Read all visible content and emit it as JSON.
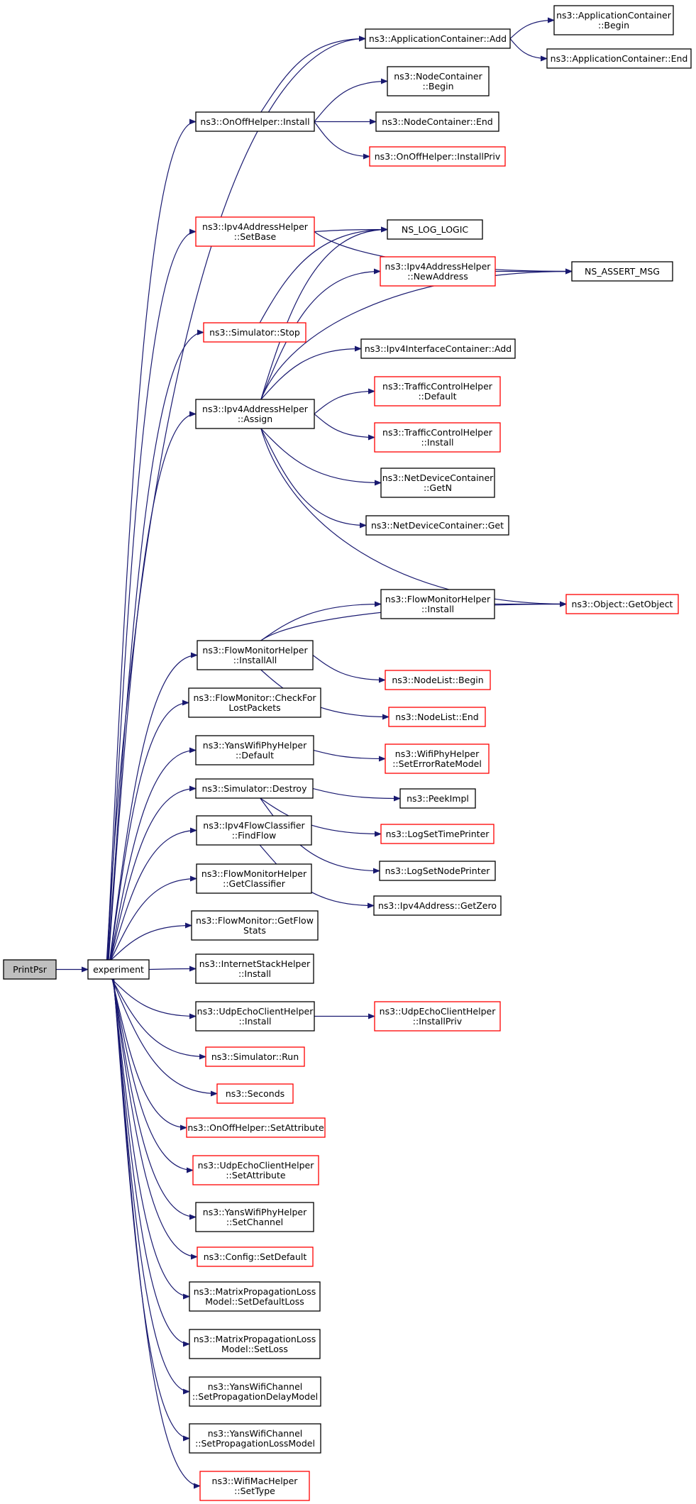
{
  "colors": {
    "edge": "#191970",
    "border_plain": "#000000",
    "border_red": "#ff0000",
    "fill_root": "#bfbfbf",
    "fill_node": "#ffffff"
  },
  "nodes": [
    {
      "id": "printpsr",
      "lines": [
        "PrintPsr"
      ],
      "style": "root"
    },
    {
      "id": "experiment",
      "lines": [
        "experiment"
      ],
      "style": "plain"
    },
    {
      "id": "appcont_add",
      "lines": [
        "ns3::ApplicationContainer::Add"
      ],
      "style": "plain"
    },
    {
      "id": "appcont_begin",
      "lines": [
        "ns3::ApplicationContainer",
        "::Begin"
      ],
      "style": "plain"
    },
    {
      "id": "appcont_end",
      "lines": [
        "ns3::ApplicationContainer::End"
      ],
      "style": "plain"
    },
    {
      "id": "nodecont_begin",
      "lines": [
        "ns3::NodeContainer",
        "::Begin"
      ],
      "style": "plain"
    },
    {
      "id": "onoff_install",
      "lines": [
        "ns3::OnOffHelper::Install"
      ],
      "style": "plain"
    },
    {
      "id": "nodecont_end",
      "lines": [
        "ns3::NodeContainer::End"
      ],
      "style": "plain"
    },
    {
      "id": "onoff_installpriv",
      "lines": [
        "ns3::OnOffHelper::InstallPriv"
      ],
      "style": "red"
    },
    {
      "id": "ipv4addr_setbase",
      "lines": [
        "ns3::Ipv4AddressHelper",
        "::SetBase"
      ],
      "style": "red"
    },
    {
      "id": "ns_log_logic",
      "lines": [
        "NS_LOG_LOGIC"
      ],
      "style": "plain"
    },
    {
      "id": "ipv4addr_newaddress",
      "lines": [
        "ns3::Ipv4AddressHelper",
        "::NewAddress"
      ],
      "style": "red"
    },
    {
      "id": "ns_assert_msg",
      "lines": [
        "NS_ASSERT_MSG"
      ],
      "style": "plain"
    },
    {
      "id": "sim_stop",
      "lines": [
        "ns3::Simulator::Stop"
      ],
      "style": "red"
    },
    {
      "id": "ipv4ifc_add",
      "lines": [
        "ns3::Ipv4InterfaceContainer::Add"
      ],
      "style": "plain"
    },
    {
      "id": "tch_default",
      "lines": [
        "ns3::TrafficControlHelper",
        "::Default"
      ],
      "style": "red"
    },
    {
      "id": "ipv4addr_assign",
      "lines": [
        "ns3::Ipv4AddressHelper",
        "::Assign"
      ],
      "style": "plain"
    },
    {
      "id": "tch_install",
      "lines": [
        "ns3::TrafficControlHelper",
        "::Install"
      ],
      "style": "red"
    },
    {
      "id": "ndc_getn",
      "lines": [
        "ns3::NetDeviceContainer",
        "::GetN"
      ],
      "style": "plain"
    },
    {
      "id": "ndc_get",
      "lines": [
        "ns3::NetDeviceContainer::Get"
      ],
      "style": "plain"
    },
    {
      "id": "fmh_install",
      "lines": [
        "ns3::FlowMonitorHelper",
        "::Install"
      ],
      "style": "plain"
    },
    {
      "id": "obj_getobject",
      "lines": [
        "ns3::Object::GetObject"
      ],
      "style": "red"
    },
    {
      "id": "fmh_installall",
      "lines": [
        "ns3::FlowMonitorHelper",
        "::InstallAll"
      ],
      "style": "plain"
    },
    {
      "id": "nodelist_begin",
      "lines": [
        "ns3::NodeList::Begin"
      ],
      "style": "red"
    },
    {
      "id": "nodelist_end",
      "lines": [
        "ns3::NodeList::End"
      ],
      "style": "red"
    },
    {
      "id": "fm_checklost",
      "lines": [
        "ns3::FlowMonitor::CheckFor",
        "LostPackets"
      ],
      "style": "plain"
    },
    {
      "id": "ywph_default",
      "lines": [
        "ns3::YansWifiPhyHelper",
        "::Default"
      ],
      "style": "plain"
    },
    {
      "id": "wph_seterror",
      "lines": [
        "ns3::WifiPhyHelper",
        "::SetErrorRateModel"
      ],
      "style": "red"
    },
    {
      "id": "sim_destroy",
      "lines": [
        "ns3::Simulator::Destroy"
      ],
      "style": "plain"
    },
    {
      "id": "peekimpl",
      "lines": [
        "ns3::PeekImpl"
      ],
      "style": "plain"
    },
    {
      "id": "logsettime",
      "lines": [
        "ns3::LogSetTimePrinter"
      ],
      "style": "red"
    },
    {
      "id": "ipv4fc_findflow",
      "lines": [
        "ns3::Ipv4FlowClassifier",
        "::FindFlow"
      ],
      "style": "plain"
    },
    {
      "id": "logsetnode",
      "lines": [
        "ns3::LogSetNodePrinter"
      ],
      "style": "plain"
    },
    {
      "id": "ipv4addr_getzero",
      "lines": [
        "ns3::Ipv4Address::GetZero"
      ],
      "style": "plain"
    },
    {
      "id": "fmh_getclassifier",
      "lines": [
        "ns3::FlowMonitorHelper",
        "::GetClassifier"
      ],
      "style": "plain"
    },
    {
      "id": "fm_getflowstats",
      "lines": [
        "ns3::FlowMonitor::GetFlow",
        "Stats"
      ],
      "style": "plain"
    },
    {
      "id": "ish_install",
      "lines": [
        "ns3::InternetStackHelper",
        "::Install"
      ],
      "style": "plain"
    },
    {
      "id": "uech_install",
      "lines": [
        "ns3::UdpEchoClientHelper",
        "::Install"
      ],
      "style": "plain"
    },
    {
      "id": "uech_installpriv",
      "lines": [
        "ns3::UdpEchoClientHelper",
        "::InstallPriv"
      ],
      "style": "red"
    },
    {
      "id": "sim_run",
      "lines": [
        "ns3::Simulator::Run"
      ],
      "style": "red"
    },
    {
      "id": "seconds",
      "lines": [
        "ns3::Seconds"
      ],
      "style": "red"
    },
    {
      "id": "onoff_setattr",
      "lines": [
        "ns3::OnOffHelper::SetAttribute"
      ],
      "style": "red"
    },
    {
      "id": "uech_setattr",
      "lines": [
        "ns3::UdpEchoClientHelper",
        "::SetAttribute"
      ],
      "style": "red"
    },
    {
      "id": "ywph_setchannel",
      "lines": [
        "ns3::YansWifiPhyHelper",
        "::SetChannel"
      ],
      "style": "plain"
    },
    {
      "id": "config_setdefault",
      "lines": [
        "ns3::Config::SetDefault"
      ],
      "style": "red"
    },
    {
      "id": "mplm_setdefaultloss",
      "lines": [
        "ns3::MatrixPropagationLoss",
        "Model::SetDefaultLoss"
      ],
      "style": "plain"
    },
    {
      "id": "mplm_setloss",
      "lines": [
        "ns3::MatrixPropagationLoss",
        "Model::SetLoss"
      ],
      "style": "plain"
    },
    {
      "id": "ywc_setdelay",
      "lines": [
        "ns3::YansWifiChannel",
        "::SetPropagationDelayModel"
      ],
      "style": "plain"
    },
    {
      "id": "ywc_setloss",
      "lines": [
        "ns3::YansWifiChannel",
        "::SetPropagationLossModel"
      ],
      "style": "plain"
    },
    {
      "id": "wmh_settype",
      "lines": [
        "ns3::WifiMacHelper",
        "::SetType"
      ],
      "style": "red"
    }
  ],
  "edges": [
    [
      "printpsr",
      "experiment"
    ],
    [
      "experiment",
      "appcont_add"
    ],
    [
      "experiment",
      "onoff_install"
    ],
    [
      "experiment",
      "ipv4addr_setbase"
    ],
    [
      "experiment",
      "sim_stop"
    ],
    [
      "experiment",
      "ipv4addr_assign"
    ],
    [
      "experiment",
      "fmh_installall"
    ],
    [
      "experiment",
      "fm_checklost"
    ],
    [
      "experiment",
      "ywph_default"
    ],
    [
      "experiment",
      "sim_destroy"
    ],
    [
      "experiment",
      "ipv4fc_findflow"
    ],
    [
      "experiment",
      "fmh_getclassifier"
    ],
    [
      "experiment",
      "fm_getflowstats"
    ],
    [
      "experiment",
      "ish_install"
    ],
    [
      "experiment",
      "uech_install"
    ],
    [
      "experiment",
      "sim_run"
    ],
    [
      "experiment",
      "seconds"
    ],
    [
      "experiment",
      "onoff_setattr"
    ],
    [
      "experiment",
      "uech_setattr"
    ],
    [
      "experiment",
      "ywph_setchannel"
    ],
    [
      "experiment",
      "config_setdefault"
    ],
    [
      "experiment",
      "mplm_setdefaultloss"
    ],
    [
      "experiment",
      "mplm_setloss"
    ],
    [
      "experiment",
      "ywc_setdelay"
    ],
    [
      "experiment",
      "ywc_setloss"
    ],
    [
      "experiment",
      "wmh_settype"
    ],
    [
      "appcont_add",
      "appcont_begin"
    ],
    [
      "appcont_add",
      "appcont_end"
    ],
    [
      "onoff_install",
      "appcont_add"
    ],
    [
      "onoff_install",
      "nodecont_begin"
    ],
    [
      "onoff_install",
      "nodecont_end"
    ],
    [
      "onoff_install",
      "onoff_installpriv"
    ],
    [
      "ipv4addr_setbase",
      "ns_log_logic"
    ],
    [
      "ipv4addr_setbase",
      "ns_assert_msg"
    ],
    [
      "sim_stop",
      "ns_log_logic"
    ],
    [
      "ipv4addr_newaddress",
      "ns_assert_msg"
    ],
    [
      "ipv4addr_assign",
      "ns_log_logic"
    ],
    [
      "ipv4addr_assign",
      "ipv4addr_newaddress"
    ],
    [
      "ipv4addr_assign",
      "ns_assert_msg"
    ],
    [
      "ipv4addr_assign",
      "ipv4ifc_add"
    ],
    [
      "ipv4addr_assign",
      "tch_default"
    ],
    [
      "ipv4addr_assign",
      "tch_install"
    ],
    [
      "ipv4addr_assign",
      "ndc_getn"
    ],
    [
      "ipv4addr_assign",
      "ndc_get"
    ],
    [
      "ipv4addr_assign",
      "obj_getobject"
    ],
    [
      "fmh_install",
      "obj_getobject"
    ],
    [
      "fmh_installall",
      "fmh_install"
    ],
    [
      "fmh_installall",
      "obj_getobject"
    ],
    [
      "fmh_installall",
      "nodelist_begin"
    ],
    [
      "fmh_installall",
      "nodelist_end"
    ],
    [
      "ywph_default",
      "wph_seterror"
    ],
    [
      "sim_destroy",
      "peekimpl"
    ],
    [
      "sim_destroy",
      "logsettime"
    ],
    [
      "sim_destroy",
      "logsetnode"
    ],
    [
      "ipv4fc_findflow",
      "ipv4addr_getzero"
    ],
    [
      "uech_install",
      "uech_installpriv"
    ]
  ]
}
